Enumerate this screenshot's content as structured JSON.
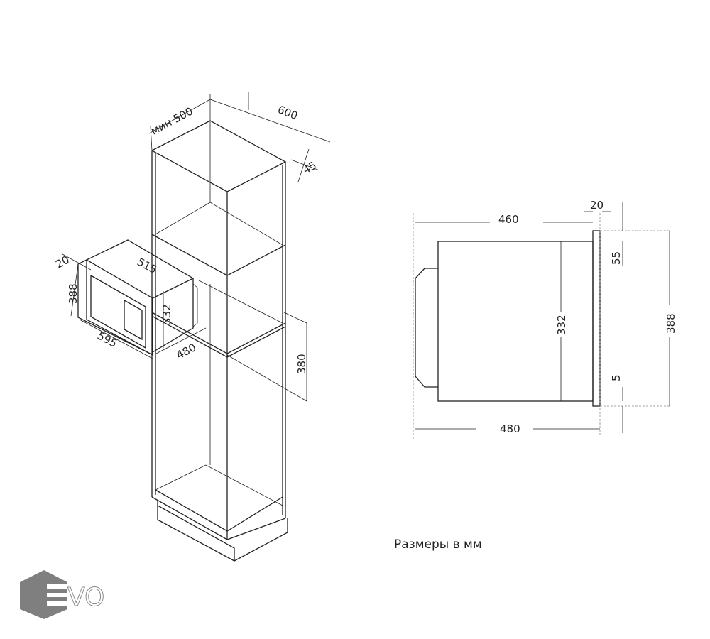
{
  "iso_view": {
    "min_width": "мин 500",
    "depth": "600",
    "gap": "45",
    "frame": "20",
    "height": "388",
    "body_width": "515",
    "body_height": "332",
    "width": "595",
    "body_depth": "480",
    "niche_height": "380"
  },
  "side_view": {
    "depth": "460",
    "frame": "20",
    "top_offset": "55",
    "body_height": "332",
    "height": "388",
    "bottom_offset": "5",
    "total_depth": "480"
  },
  "caption": "Размеры в мм",
  "logo": {
    "text": "EVO",
    "color": "#7f7f7f"
  }
}
